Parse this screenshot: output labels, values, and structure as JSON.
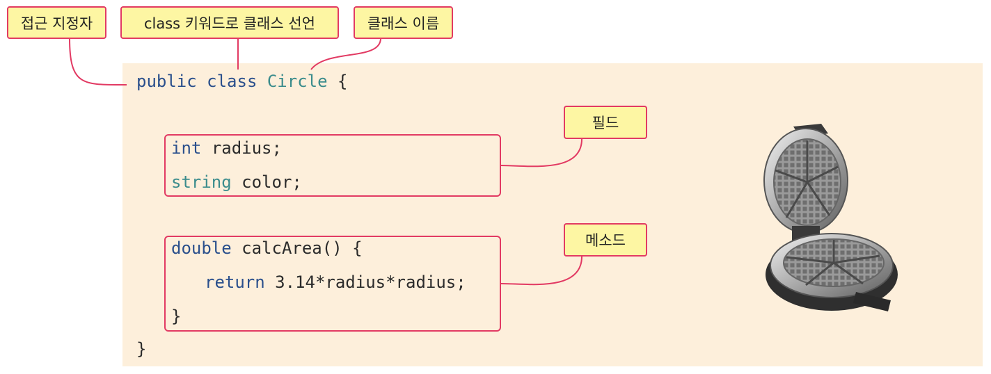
{
  "callouts": {
    "access_modifier": "접근 지정자",
    "class_keyword": "class 키워드로 클래스 선언",
    "class_name": "클래스 이름",
    "field": "필드",
    "method": "메소드"
  },
  "code": {
    "line1": {
      "kw1": "public",
      "kw2": "class",
      "name": "Circle",
      "brace": "{"
    },
    "field1": {
      "type": "int",
      "name": "radius;"
    },
    "field2": {
      "type": "string",
      "name": "color;"
    },
    "method_sig": {
      "type": "double",
      "name": "calcArea()",
      "brace": "{"
    },
    "method_body": {
      "kw": "return",
      "expr": "3.14*radius*radius;"
    },
    "method_close": "}",
    "class_close": "}"
  },
  "image": {
    "subject": "waffle-maker"
  },
  "colors": {
    "callout_border": "#e23a63",
    "callout_fill": "#fdf6a3",
    "panel_bg": "#fdefdb",
    "keyword": "#2a4f8c",
    "type": "#3b8c8c"
  }
}
